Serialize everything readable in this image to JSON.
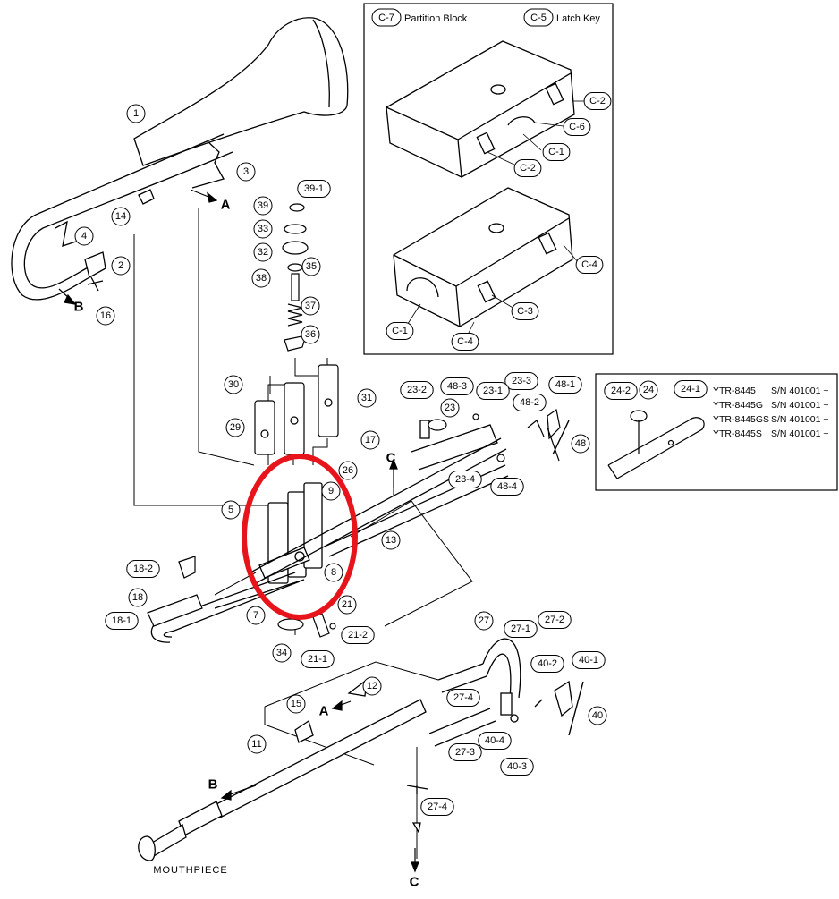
{
  "case_inset": {
    "partition_block": {
      "code": "C-7",
      "text": "Partition Block"
    },
    "latch_key": {
      "code": "C-5",
      "text": "Latch Key"
    },
    "codes": [
      "C-2",
      "C-6",
      "C-1",
      "C-2",
      "C-4",
      "C-3",
      "C-1",
      "C-4"
    ]
  },
  "serial_inset": {
    "parts": [
      "24-2",
      "24",
      "24-1"
    ],
    "models": [
      {
        "model": "YTR-8445",
        "serial": "S/N 401001 ~"
      },
      {
        "model": "YTR-8445G",
        "serial": "S/N 401001 ~"
      },
      {
        "model": "YTR-8445GS",
        "serial": "S/N 401001 ~"
      },
      {
        "model": "YTR-8445S",
        "serial": "S/N 401001 ~"
      }
    ]
  },
  "part_labels": [
    "1",
    "3",
    "14",
    "4",
    "2",
    "16",
    "39",
    "39-1",
    "33",
    "32",
    "38",
    "35",
    "37",
    "36",
    "30",
    "29",
    "31",
    "23-2",
    "48-3",
    "23",
    "23-3",
    "23-1",
    "48-2",
    "48-1",
    "48",
    "23-4",
    "48-4",
    "17",
    "26",
    "5",
    "9",
    "13",
    "8",
    "18-2",
    "18",
    "18-1",
    "7",
    "21",
    "21-2",
    "34",
    "21-1",
    "27",
    "27-1",
    "27-2",
    "40-2",
    "40-1",
    "40",
    "27-4",
    "40-4",
    "27-3",
    "40-3",
    "12",
    "15",
    "11",
    "27-4"
  ],
  "arrow_letters": [
    "A",
    "B",
    "C",
    "A",
    "B",
    "C"
  ],
  "mouthpiece_label": "MOUTHPIECE",
  "highlight_color": "#e8141c"
}
